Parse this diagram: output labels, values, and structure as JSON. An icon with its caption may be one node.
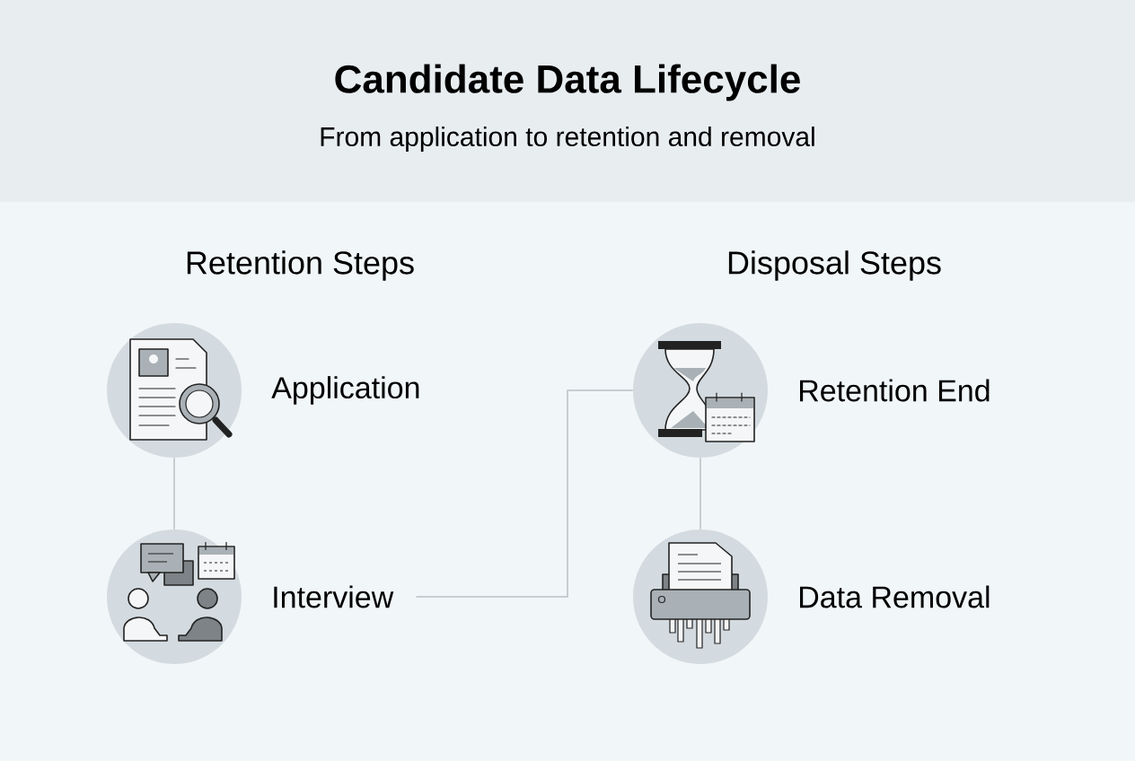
{
  "diagram": {
    "title": "Candidate Data Lifecycle",
    "nodes": [
      {
        "text": [],
        "shape": "circle",
        "beside": [
          "Application"
        ]
      },
      {
        "text": [],
        "shape": "circle",
        "beside": [
          "Interview"
        ]
      },
      {
        "text": [],
        "shape": "circle",
        "beside": [
          "Retention End"
        ]
      },
      {
        "text": [],
        "shape": "circle",
        "beside": [
          "Data Removal"
        ]
      }
    ],
    "edges": [
      {
        "from": 0,
        "to": 1,
        "arrow": "none"
      },
      {
        "from": 1,
        "to": 2,
        "arrow": "none"
      },
      {
        "from": 2,
        "to": 3,
        "arrow": "none"
      }
    ],
    "labels": [
      "From application to retention and removal",
      "Retention Steps",
      "Disposal Steps"
    ]
  }
}
